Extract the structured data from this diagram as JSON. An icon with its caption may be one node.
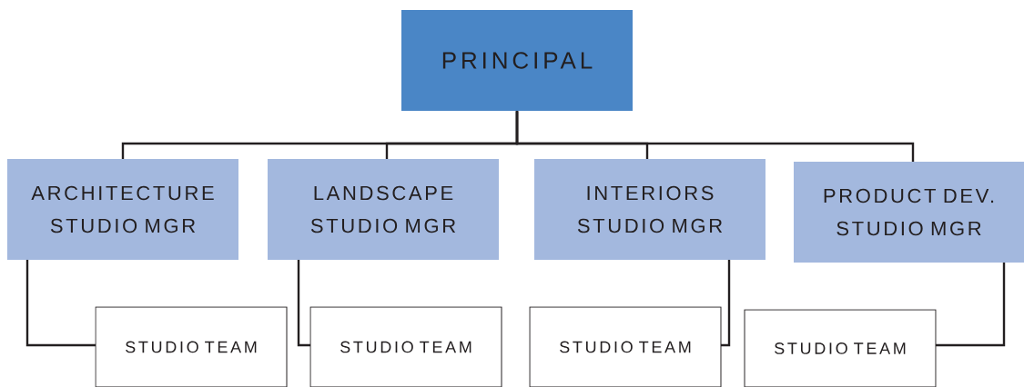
{
  "diagram": {
    "nodes": [
      {
        "text": [
          "PRINCIPAL"
        ]
      },
      {
        "text": [
          "ARCHITECTURE STUDIO MGR"
        ]
      },
      {
        "text": [
          "LANDSCAPE STUDIO MGR"
        ]
      },
      {
        "text": [
          "INTERIORS STUDIO MGR"
        ]
      },
      {
        "text": [
          "PRODUCT DEV. STUDIO MGR"
        ]
      },
      {
        "text": [
          "STUDIO TEAM"
        ]
      },
      {
        "text": [
          "STUDIO TEAM"
        ]
      },
      {
        "text": [
          "STUDIO TEAM"
        ]
      },
      {
        "text": [
          "STUDIO TEAM"
        ]
      }
    ],
    "edges": [
      {
        "from": 0,
        "to": 1,
        "arrow": "none"
      },
      {
        "from": 0,
        "to": 2,
        "arrow": "none"
      },
      {
        "from": 0,
        "to": 3,
        "arrow": "none"
      },
      {
        "from": 0,
        "to": 4,
        "arrow": "none"
      },
      {
        "from": 1,
        "to": 5,
        "arrow": "none"
      },
      {
        "from": 2,
        "to": 6,
        "arrow": "none"
      },
      {
        "from": 3,
        "to": 7,
        "arrow": "none"
      },
      {
        "from": 4,
        "to": 8,
        "arrow": "none"
      }
    ]
  }
}
